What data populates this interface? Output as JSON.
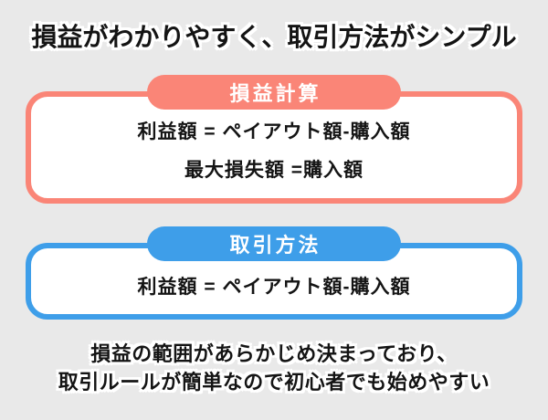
{
  "title": "損益がわかりやすく、取引方法がシンプル",
  "colors": {
    "background": "#E9E9E9",
    "salmon": "#FA8577",
    "blue": "#3E9EE9",
    "text": "#141414",
    "box_fill": "#FFFFFF",
    "badge_text": "#FFFFFF"
  },
  "sections": [
    {
      "badge": "損益計算",
      "lines": [
        "利益額 = ペイアウト額-購入額",
        "最大損失額 =購入額"
      ]
    },
    {
      "badge": "取引方法",
      "lines": [
        "利益額 = ペイアウト額-購入額"
      ]
    }
  ],
  "caption": [
    "損益の範囲があらかじめ決まっており、",
    "取引ルールが簡単なので初心者でも始めやすい"
  ]
}
